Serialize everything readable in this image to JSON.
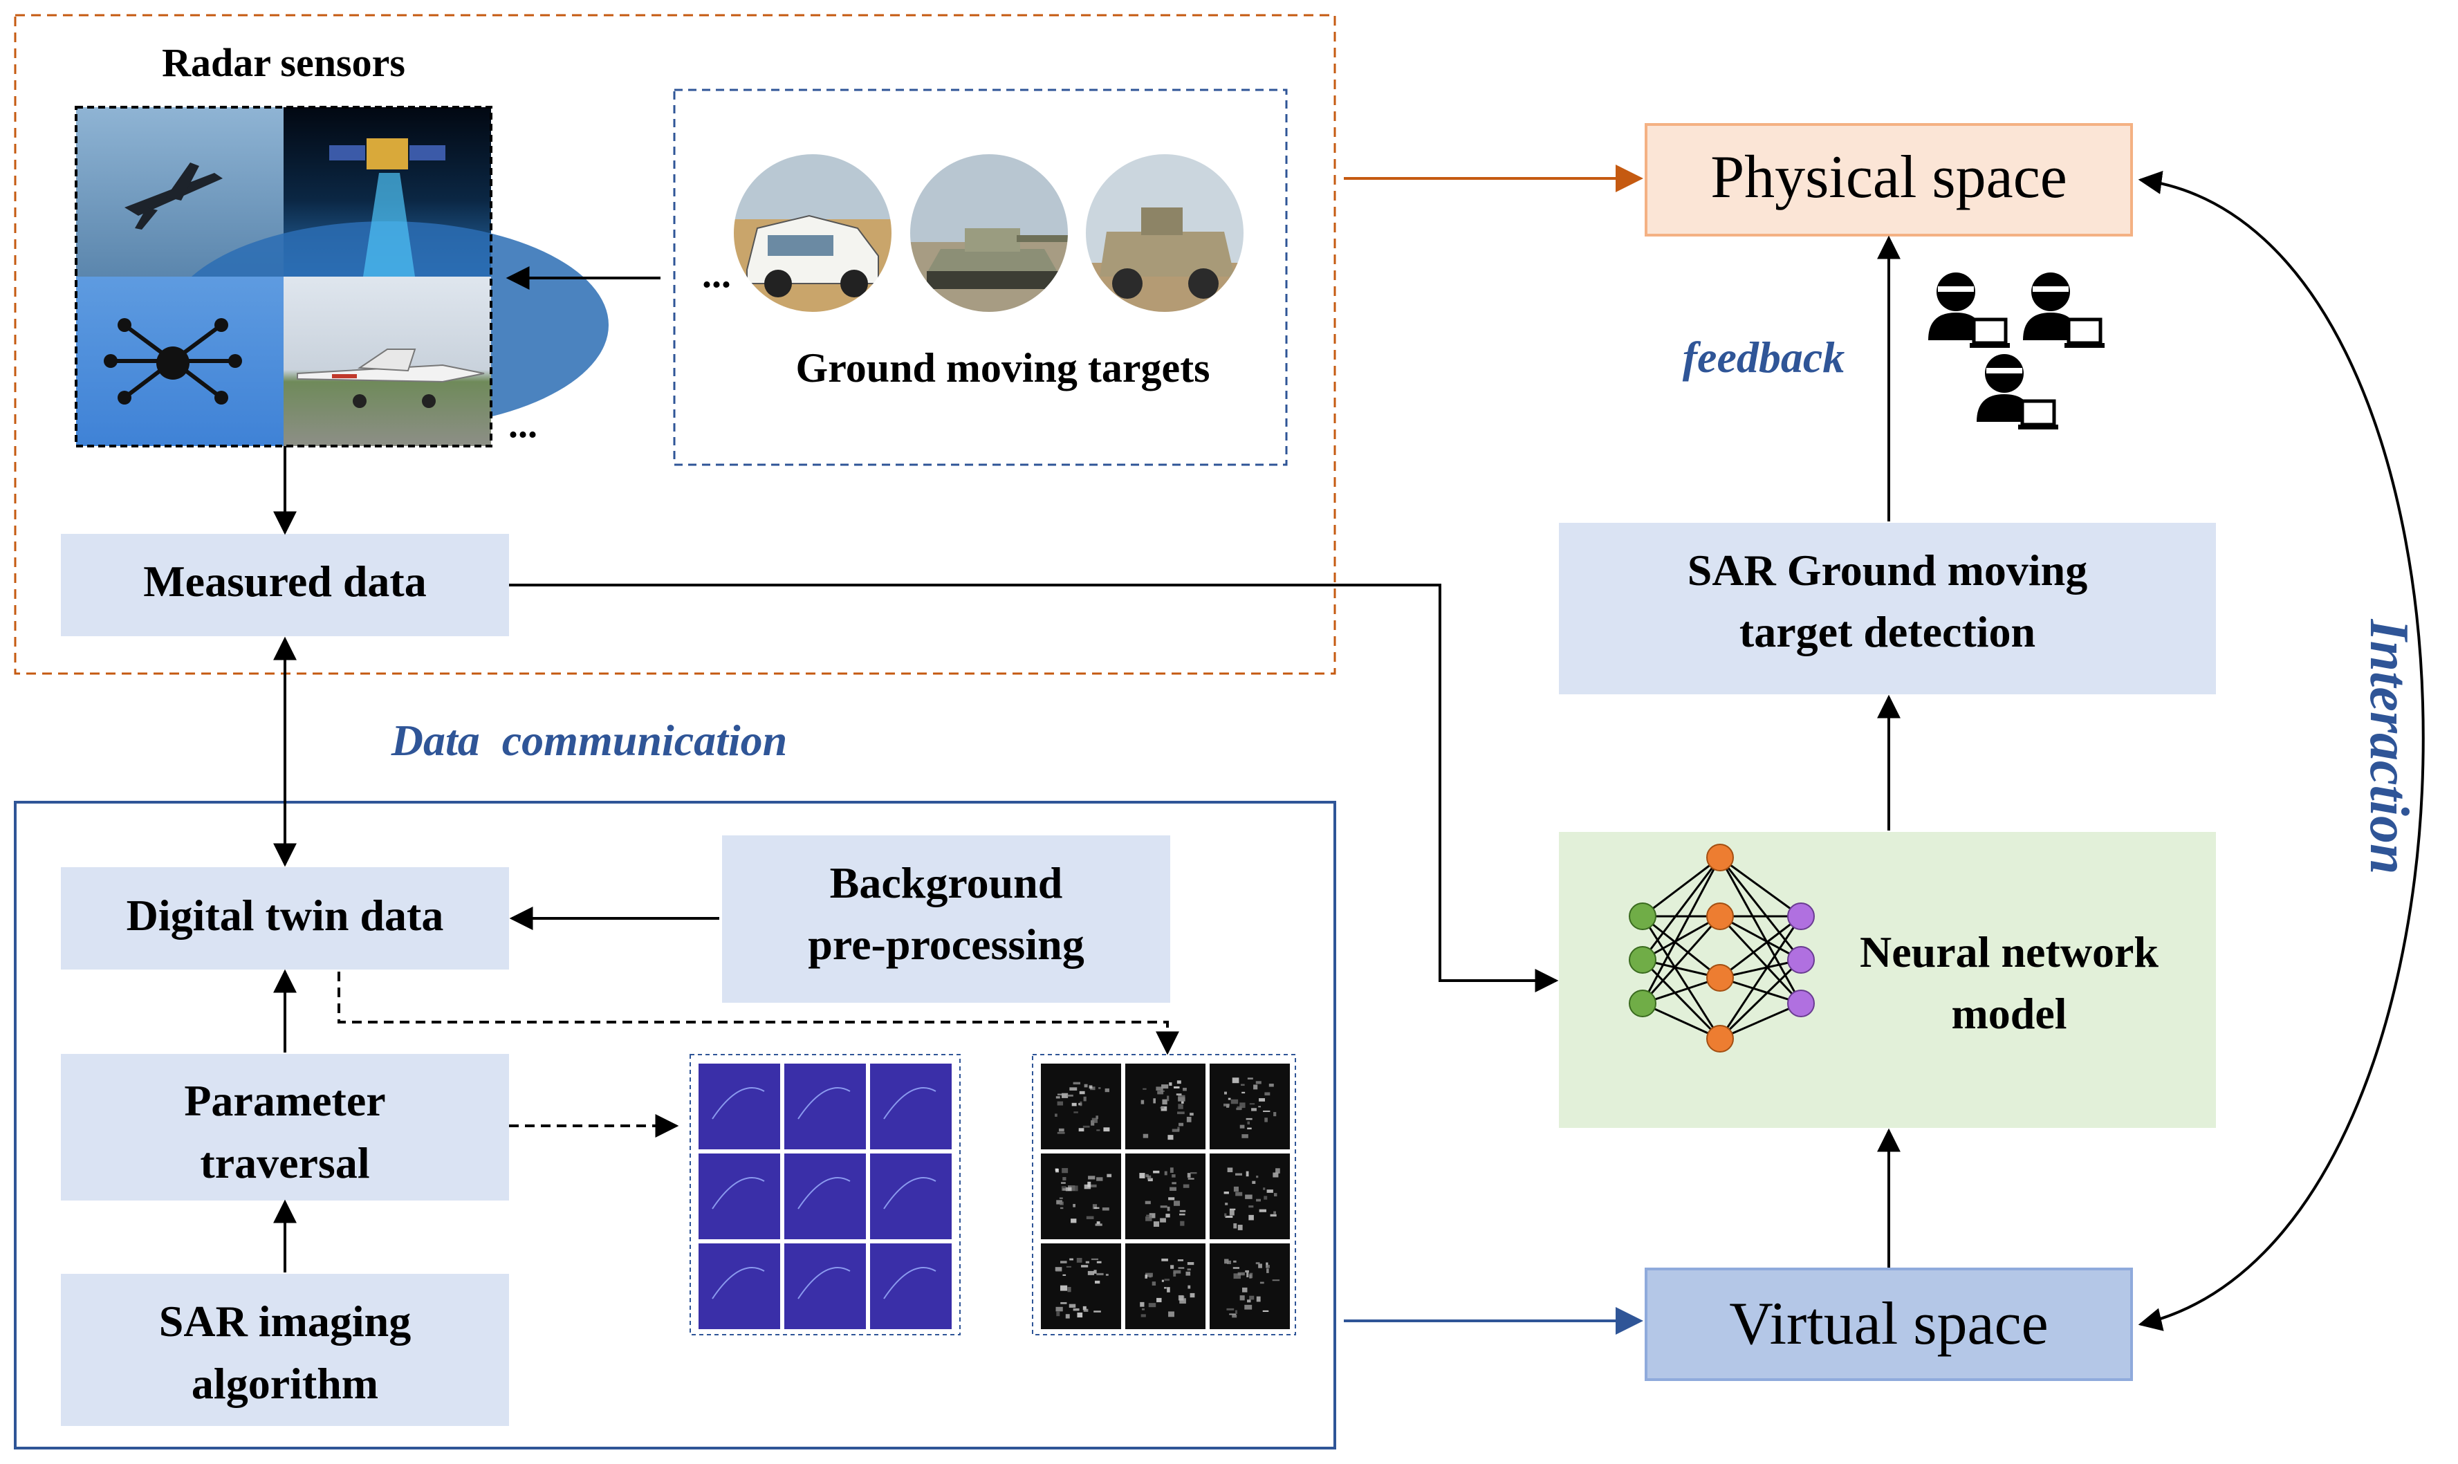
{
  "colors": {
    "light_blue_box": "#dae3f3",
    "physical_box": "#fbe5d6",
    "physical_border": "#f4b183",
    "neural_box": "#e2f0d9",
    "virtual_box": "#b4c7e7",
    "virtual_border": "#8faadc",
    "orange": "#c55a11",
    "blue_frame": "#2f5597",
    "accent_text": "#2f5597",
    "node_green": "#70ad47",
    "node_orange": "#ed7d31",
    "node_purple": "#b070e0"
  },
  "labels": {
    "radar_sensors": "Radar sensors",
    "radar_ellipsis": "...",
    "ground_targets_ellipsis": "...",
    "ground_moving_targets": "Ground moving targets",
    "measured_data": "Measured data",
    "data_communication": "Data  communication",
    "digital_twin_data": "Digital twin data",
    "background_line1": "Background",
    "background_line2": "pre-processing",
    "parameter_line1": "Parameter",
    "parameter_line2": "traversal",
    "sar_imaging_line1": "SAR imaging",
    "sar_imaging_line2": "algorithm",
    "physical_space": "Physical space",
    "feedback": "feedback",
    "sar_gmtd_line1": "SAR Ground moving",
    "sar_gmtd_line2": "target detection",
    "neural_line1": "Neural network",
    "neural_line2": "model",
    "virtual_space": "Virtual space",
    "interaction": "Interaction"
  },
  "icons": {
    "radar_photos": [
      "aircraft-photo-icon",
      "satellite-radar-photo-icon",
      "drone-photo-icon",
      "light-aircraft-photo-icon"
    ],
    "target_photos": [
      "car-target-icon",
      "tank-target-icon",
      "armored-vehicle-target-icon"
    ],
    "operators": [
      "operator-icon",
      "operator-icon",
      "operator-icon"
    ],
    "image_grids": [
      "simulated-echo-grid-icon",
      "sar-image-grid-icon"
    ]
  }
}
